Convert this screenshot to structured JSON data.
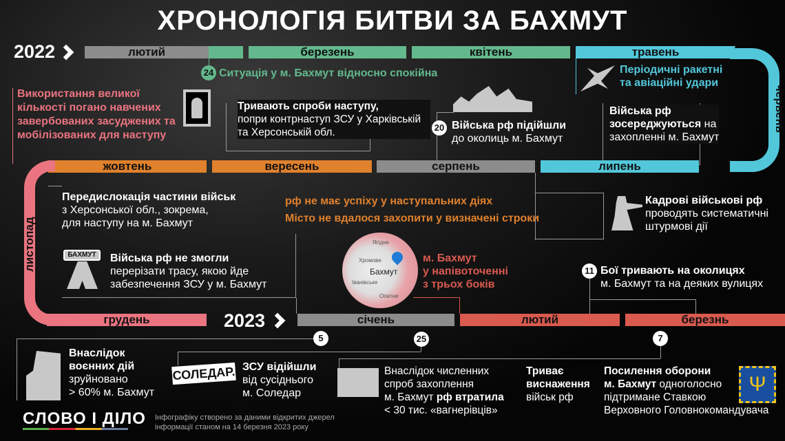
{
  "title": "ХРОНОЛОГІЯ БИТВИ ЗА БАХМУТ",
  "years": {
    "y2022": "2022",
    "y2023": "2023"
  },
  "months": {
    "feb22": "лютий",
    "mar22": "березень",
    "apr22": "квітень",
    "may22": "травень",
    "jun22": "червень",
    "jul22": "липень",
    "aug22": "серпень",
    "sep22": "вересень",
    "oct22": "жовтень",
    "nov22": "листопад",
    "dec22": "грудень",
    "jan23": "січень",
    "feb23": "лютий",
    "mar23": "березнь"
  },
  "colors": {
    "gray": "#8c8c8c",
    "green": "#63b98d",
    "cyan": "#52c7da",
    "orange": "#e0812d",
    "pink": "#ea7480",
    "red": "#d95a4f"
  },
  "events": {
    "feb24": {
      "day": "24",
      "text": "Ситуація у м. Бахмут відносно спокійна"
    },
    "convicts": {
      "text": "Використання великої кількості погано навчених завербованих засуджених та мобілізованих для наступу",
      "icon": "prisoner-icon"
    },
    "attempts": {
      "bold": "Тривають спроби наступу,",
      "text": "попри контрнаступ ЗСУ у Харківській та Херсонській обл."
    },
    "aug20": {
      "day": "20",
      "bold": "Війська рф підійшли",
      "text": "до околиць м. Бахмут",
      "icon": "tank-soldiers-icon"
    },
    "strikes": {
      "text1": "Періодичні ракетні",
      "text2": "та авіаційні удари",
      "icon": "jet-icon"
    },
    "focus": {
      "bold1": "Війська рф",
      "bold2": "зосереджуються",
      "text2": " на",
      "text3": "захопленні м. Бахмут"
    },
    "redeploy": {
      "bold": "Передислокація частини військ",
      "text1": "з Херсонської обл., зокрема,",
      "text2": "для наступу на м. Бахмут"
    },
    "nosuccess": {
      "line1": "рф не має успіху у наступальних діях",
      "line2": "Місто не вдалося захопити у визначені строки"
    },
    "regular": {
      "bold": "Кадрові військові рф",
      "text1": "проводять систематичні",
      "text2": "штурмові дії",
      "icon": "soldier-icon"
    },
    "road": {
      "sign": "БАХМУТ",
      "bold": "Війська рф не змогли",
      "text1": "перерізати трасу, якою йде",
      "text2": "забезпечення ЗСУ у м. Бахмут",
      "icon": "road-icon"
    },
    "encircle": {
      "line1": "м. Бахмут",
      "line2": "у напівоточенні",
      "line3": "з трьох боків",
      "map": {
        "city": "Бахмут",
        "labels": [
          "Ягідне",
          "Хромове",
          "Іванівське",
          "Опитне"
        ]
      }
    },
    "mar11": {
      "day": "11",
      "bold": "Бої тривають на околицях",
      "text": "м. Бахмут та на деяких вулицях"
    },
    "jan5": {
      "day": "5",
      "bold1": "Внаслідок",
      "bold2": "воєнних дій",
      "text1": "зруйновано",
      "text2": "> 60% м. Бахмут",
      "icon": "ruined-building-icon"
    },
    "soledar": {
      "sign": "СОЛЕДАР.",
      "bold": "ЗСУ відійшли",
      "text1": "від сусіднього",
      "text2": "м. Соледар"
    },
    "jan25": {
      "day": "25",
      "t1": "Внаслідок численних",
      "t2": "спроб захоплення",
      "t3a": "м. Бахмут ",
      "t3b": "рф втратила",
      "t4": "< 30 тис. «вагнерівців»",
      "icon": "casualty-icon"
    },
    "attrition": {
      "bold1": "Триває",
      "bold2": "виснаження",
      "text": "військ рф"
    },
    "mar7": {
      "day": "7",
      "bold1": "Посилення оборони",
      "bold2": "м. Бахмут",
      "text2": " одноголосно",
      "text3": "підтримане Ставкою",
      "text4": "Верховного Головнокомандувача",
      "icon": "trident-emblem-icon"
    }
  },
  "footer": {
    "logo": "СЛОВО І ДІЛО",
    "note1": "Інфографіку створено за даними відкритих джерел",
    "note2": "інформації станом на 14 березня 2023 року"
  }
}
